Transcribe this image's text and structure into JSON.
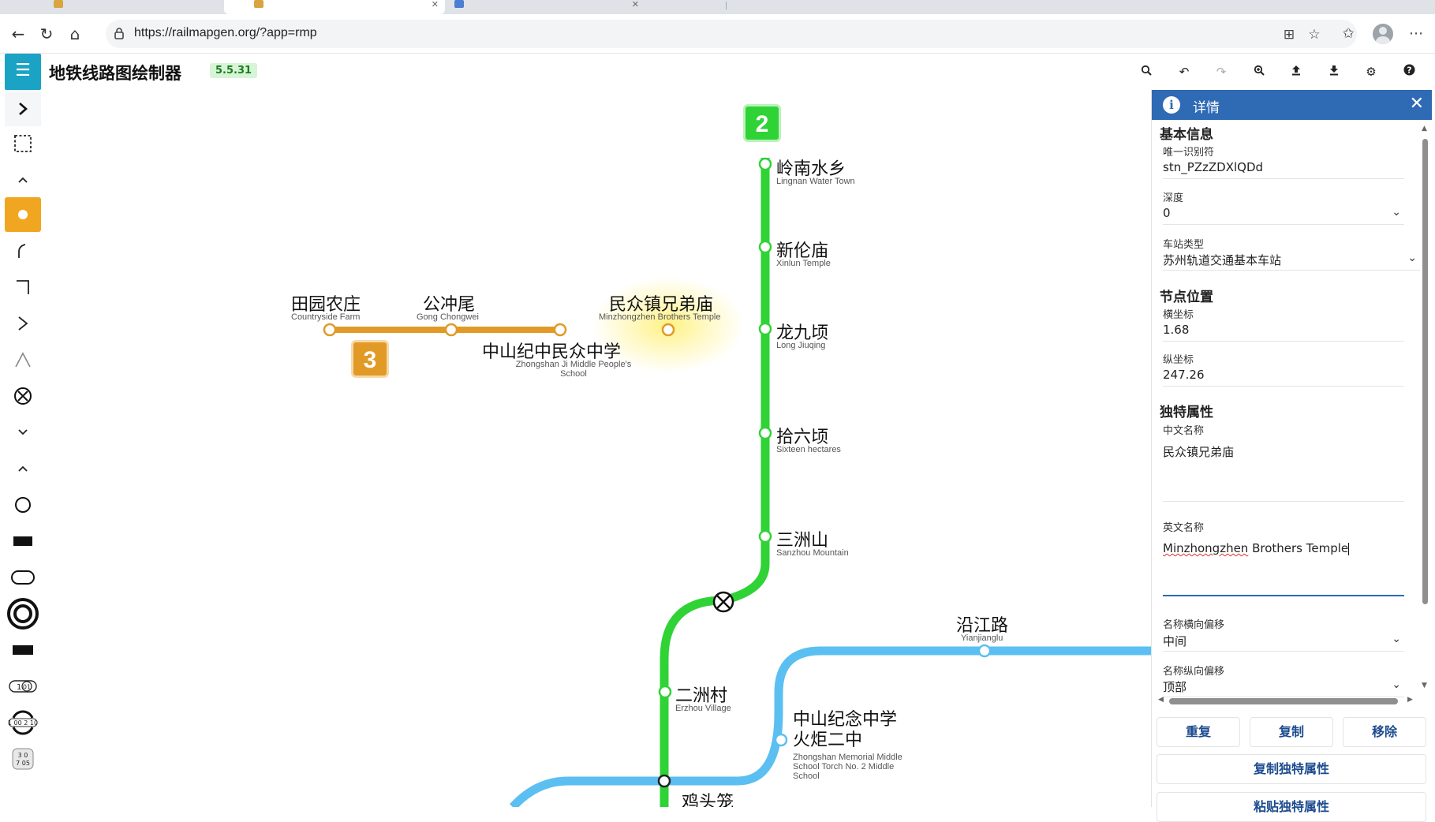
{
  "browser": {
    "tabs": [
      {
        "title": "",
        "active": false
      },
      {
        "title": "",
        "active": true
      },
      {
        "title": "",
        "active": false
      }
    ],
    "url": "https://railmapgen.org/?app=rmp"
  },
  "app": {
    "title": "地铁线路图绘制器",
    "version": "5.5.31"
  },
  "toolbar_icons": [
    "search-icon",
    "undo-icon",
    "redo-icon",
    "zoom-in-icon",
    "upload-icon",
    "download-icon",
    "settings-icon",
    "help-icon"
  ],
  "left_tools": [
    "expand-icon",
    "select-area-icon",
    "collapse-icon",
    "station-tool-icon",
    "curve-tool-icon",
    "corner-tool-icon",
    "chevron-tool-icon",
    "angle-tool-icon",
    "interchange-tool-icon",
    "expand-down-icon",
    "collapse-up-icon",
    "circle-tool-icon",
    "rect-tool-icon",
    "rounded-rect-tool-icon",
    "ring-tool-icon",
    "filled-rect-tool-icon",
    "num-badge-icon",
    "loop-badge-icon",
    "grid-badge-icon"
  ],
  "map": {
    "colors": {
      "line2": "#2fd336",
      "line3": "#e19a26",
      "line_blue": "#5bbff2"
    },
    "badges": [
      {
        "number": "2",
        "color": "#2fd336"
      },
      {
        "number": "3",
        "color": "#e19a26"
      }
    ],
    "stations": [
      {
        "zh": "岭南水乡",
        "en": "Lingnan Water Town"
      },
      {
        "zh": "新伦庙",
        "en": "Xinlun Temple"
      },
      {
        "zh": "龙九顷",
        "en": "Long Jiuqing"
      },
      {
        "zh": "拾六顷",
        "en": "Sixteen hectares"
      },
      {
        "zh": "三洲山",
        "en": "Sanzhou Mountain"
      },
      {
        "zh": "二洲村",
        "en": "Erzhou Village"
      },
      {
        "zh": "鸡头笼",
        "en": ""
      },
      {
        "zh": "田园农庄",
        "en": "Countryside Farm"
      },
      {
        "zh": "公冲尾",
        "en": "Gong Chongwei"
      },
      {
        "zh": "中山纪中民众中学",
        "en": "Zhongshan Ji Middle People's School"
      },
      {
        "zh": "民众镇兄弟庙",
        "en": "Minzhongzhen Brothers Temple"
      },
      {
        "zh": "沿江路",
        "en": "Yianjianglu"
      },
      {
        "zh": "中山纪念中学 火炬二中",
        "en": "Zhongshan Memorial Middle School Torch No. 2 Middle School"
      }
    ]
  },
  "panel": {
    "title": "详情",
    "sections": {
      "basic": "基本信息",
      "position": "节点位置",
      "unique": "独特属性"
    },
    "fields": {
      "id_label": "唯一识别符",
      "id_value": "stn_PZzZDXlQDd",
      "depth_label": "深度",
      "depth_value": "0",
      "type_label": "车站类型",
      "type_value": "苏州轨道交通基本车站",
      "x_label": "横坐标",
      "x_value": "1.68",
      "y_label": "纵坐标",
      "y_value": "247.26",
      "zh_label": "中文名称",
      "zh_value": "民众镇兄弟庙",
      "en_label": "英文名称",
      "en_value_a": "Minzhongzhen",
      "en_value_b": " Brothers Temple",
      "hoff_label": "名称横向偏移",
      "hoff_value": "中间",
      "voff_label": "名称纵向偏移",
      "voff_value": "顶部"
    },
    "buttons": {
      "repeat": "重复",
      "copy": "复制",
      "remove": "移除",
      "copy_attrs": "复制独特属性",
      "paste_attrs": "粘贴独特属性"
    }
  }
}
